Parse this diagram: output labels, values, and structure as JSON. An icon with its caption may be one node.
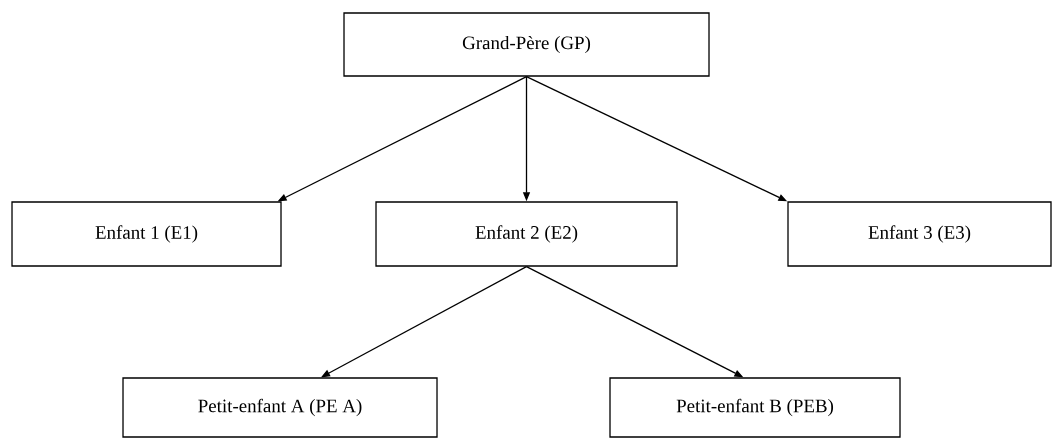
{
  "diagram": {
    "nodes": [
      {
        "text": [
          "Grand-Père (GP)"
        ]
      },
      {
        "text": [
          "Enfant 1 (E1)"
        ]
      },
      {
        "text": [
          "Enfant 2 (E2)"
        ]
      },
      {
        "text": [
          "Enfant 3 (E3)"
        ]
      },
      {
        "text": [
          "Petit-enfant A (PE A)"
        ]
      },
      {
        "text": [
          "Petit-enfant B (PEB)"
        ]
      }
    ],
    "edges": [
      {
        "from": 0,
        "to": 1,
        "arrow": "to"
      },
      {
        "from": 0,
        "to": 2,
        "arrow": "to"
      },
      {
        "from": 0,
        "to": 3,
        "arrow": "to"
      },
      {
        "from": 2,
        "to": 4,
        "arrow": "to"
      },
      {
        "from": 2,
        "to": 5,
        "arrow": "to"
      }
    ]
  }
}
